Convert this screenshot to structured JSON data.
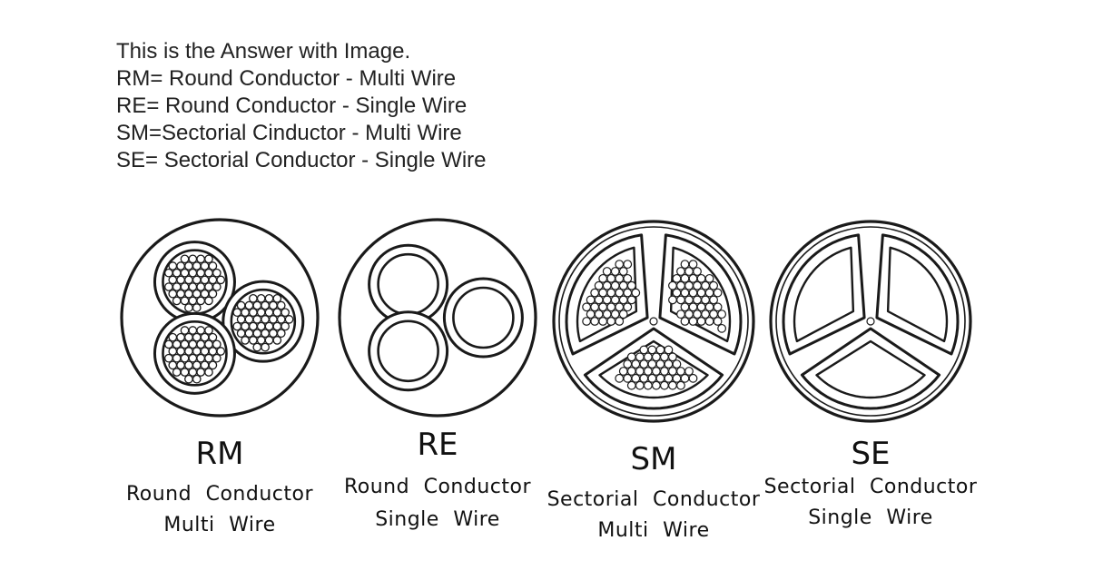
{
  "intro": {
    "heading": "This is the Answer with Image.",
    "definitions": [
      "RM= Round Conductor - Multi Wire",
      "RE= Round Conductor - Single Wire",
      "SM=Sectorial Cinductor - Multi Wire",
      "SE= Sectorial Conductor - Single Wire"
    ]
  },
  "panels": [
    {
      "code": "RM",
      "line1": "Round Conductor",
      "line2": "Multi Wire",
      "shape": "round",
      "strands": "multi"
    },
    {
      "code": "RE",
      "line1": "Round Conductor",
      "line2": "Single Wire",
      "shape": "round",
      "strands": "single"
    },
    {
      "code": "SM",
      "line1": "Sectorial Conductor",
      "line2": "Multi Wire",
      "shape": "sector",
      "strands": "multi"
    },
    {
      "code": "SE",
      "line1": "Sectorial Conductor",
      "line2": "Single Wire",
      "shape": "sector",
      "strands": "single"
    }
  ],
  "colors": {
    "ink": "#1a1a1a",
    "background": "#ffffff"
  }
}
